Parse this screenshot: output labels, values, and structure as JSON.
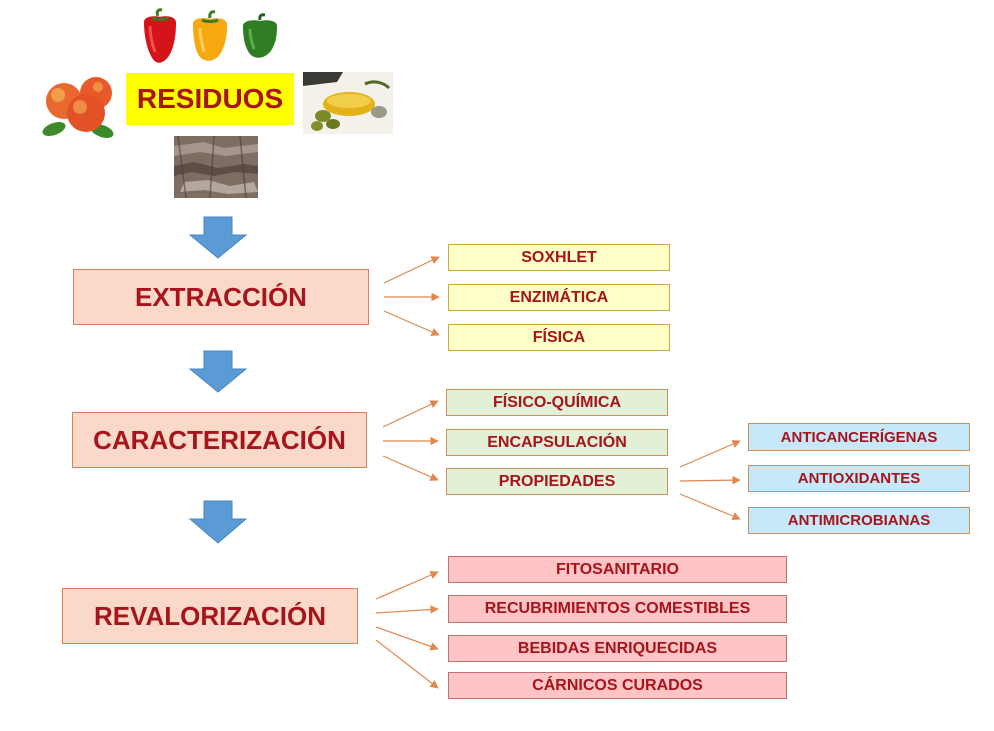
{
  "residuos": "RESIDUOS",
  "stages": {
    "extraccion": "EXTRACCIÓN",
    "caracterizacion": "CARACTERIZACIÓN",
    "revalorizacion": "REVALORIZACIÓN"
  },
  "extraccion_methods": [
    "SOXHLET",
    "ENZIMÁTICA",
    "FÍSICA"
  ],
  "caracterizacion_items": [
    "FÍSICO-QUÍMICA",
    "ENCAPSULACIÓN",
    "PROPIEDADES"
  ],
  "propiedades_items": [
    "ANTICANCERÍGENAS",
    "ANTIOXIDANTES",
    "ANTIMICROBIANAS"
  ],
  "revalorizacion_items": [
    "FITOSANITARIO",
    "RECUBRIMIENTOS COMESTIBLES",
    "BEBIDAS ENRIQUECIDAS",
    "CÁRNICOS CURADOS"
  ],
  "colors": {
    "text": "#a6141c",
    "arrow_down": "#5b9bd5",
    "connector": "#e0874e"
  },
  "images": [
    "red-pepper",
    "yellow-pepper",
    "green-pepper",
    "peaches",
    "olive-oil",
    "pine-bark"
  ]
}
